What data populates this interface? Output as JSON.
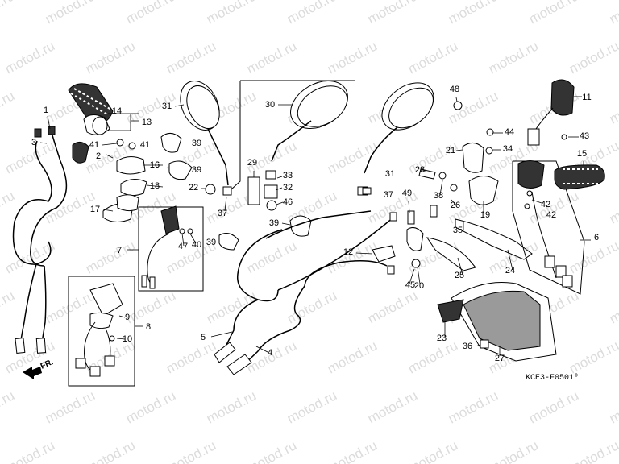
{
  "watermark": "motod.ru",
  "diagram_code": "KCE3-F0501⁰",
  "direction_label": "FR.",
  "callouts": [
    "1",
    "2",
    "3",
    "4",
    "5",
    "6",
    "7",
    "8",
    "9",
    "10",
    "11",
    "12",
    "13",
    "14",
    "15",
    "16",
    "17",
    "18",
    "19",
    "20",
    "21",
    "22",
    "23",
    "24",
    "25",
    "26",
    "27",
    "28",
    "29",
    "30",
    "31",
    "32",
    "33",
    "34",
    "35",
    "36",
    "37",
    "38",
    "39",
    "40",
    "41",
    "42",
    "43",
    "44",
    "45",
    "46",
    "47",
    "48",
    "49"
  ]
}
